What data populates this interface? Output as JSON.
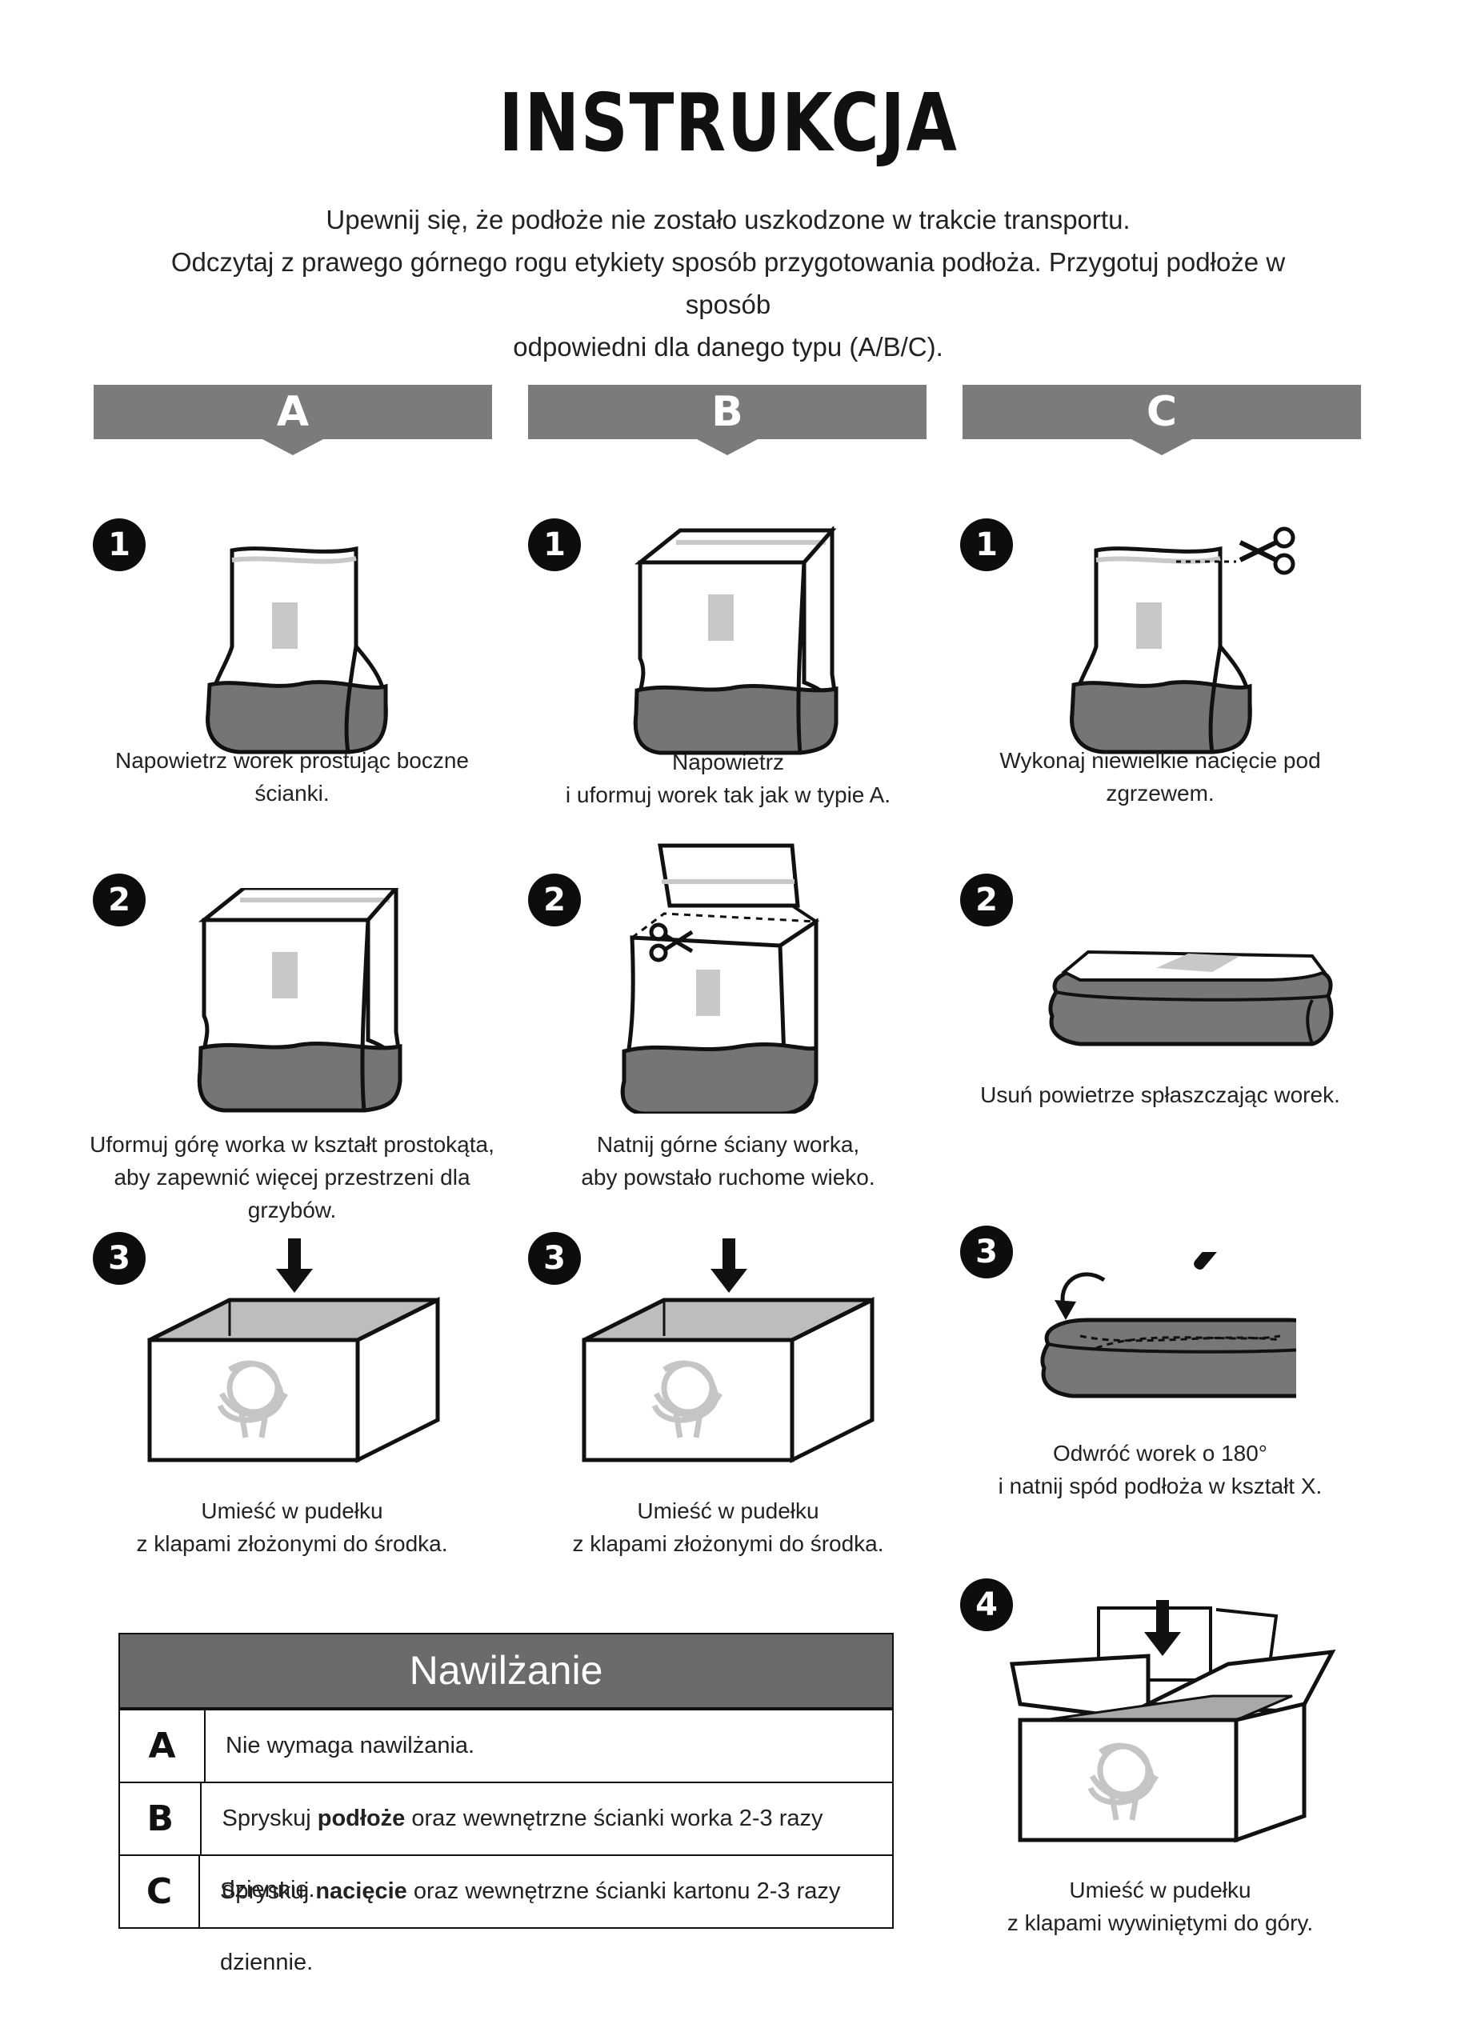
{
  "title": "INSTRUKCJA",
  "intro": {
    "line1": "Upewnij się, że podłoże nie zostało uszkodzone w trakcie transportu.",
    "line2": "Odczytaj z prawego górnego rogu etykiety sposób przygotowania podłoża. Przygotuj podłoże w sposób",
    "line3": "odpowiedni dla danego typu (A/B/C)."
  },
  "columns": [
    {
      "label": "A",
      "steps": [
        {
          "num": "1",
          "caption_lines": [
            "Napowietrz worek prostując boczne ścianki."
          ]
        },
        {
          "num": "2",
          "caption_lines": [
            "Uformuj górę worka w kształt prostokąta,",
            "aby zapewnić więcej przestrzeni dla grzybów."
          ]
        },
        {
          "num": "3",
          "caption_lines": [
            "Umieść w pudełku",
            "z klapami złożonymi do środka."
          ]
        }
      ]
    },
    {
      "label": "B",
      "steps": [
        {
          "num": "1",
          "caption_lines": [
            "Napowietrz",
            "i uformuj worek tak jak w typie A."
          ]
        },
        {
          "num": "2",
          "caption_lines": [
            "Natnij górne ściany worka,",
            "aby powstało ruchome wieko."
          ]
        },
        {
          "num": "3",
          "caption_lines": [
            "Umieść w pudełku",
            "z klapami złożonymi do środka."
          ]
        }
      ]
    },
    {
      "label": "C",
      "steps": [
        {
          "num": "1",
          "caption_lines": [
            "Wykonaj niewielkie nacięcie pod zgrzewem."
          ]
        },
        {
          "num": "2",
          "caption_lines": [
            "Usuń powietrze spłaszczając worek."
          ]
        },
        {
          "num": "3",
          "caption_lines": [
            "Odwróć worek o 180°",
            "i natnij spód podłoża w kształt X."
          ]
        },
        {
          "num": "4",
          "caption_lines": [
            "Umieść w pudełku",
            "z klapami wywiniętymi do góry."
          ]
        }
      ]
    }
  ],
  "humidity": {
    "title": "Nawilżanie",
    "rows": [
      {
        "letter": "A",
        "pre": "Nie wymaga nawilżania.",
        "bold": "",
        "post": ""
      },
      {
        "letter": "B",
        "pre": "Spryskuj ",
        "bold": "podłoże",
        "post": " oraz wewnętrzne ścianki worka 2-3 razy dziennie."
      },
      {
        "letter": "C",
        "pre": "Spryskuj ",
        "bold": "nacięcie",
        "post": " oraz wewnętrzne ścianki kartonu 2-3 razy dziennie."
      }
    ]
  },
  "colors": {
    "header_bar": "#7b7b7b",
    "substrate": "#757575",
    "label_gray": "#c8c8c8",
    "table_header": "#6b6b6b"
  }
}
